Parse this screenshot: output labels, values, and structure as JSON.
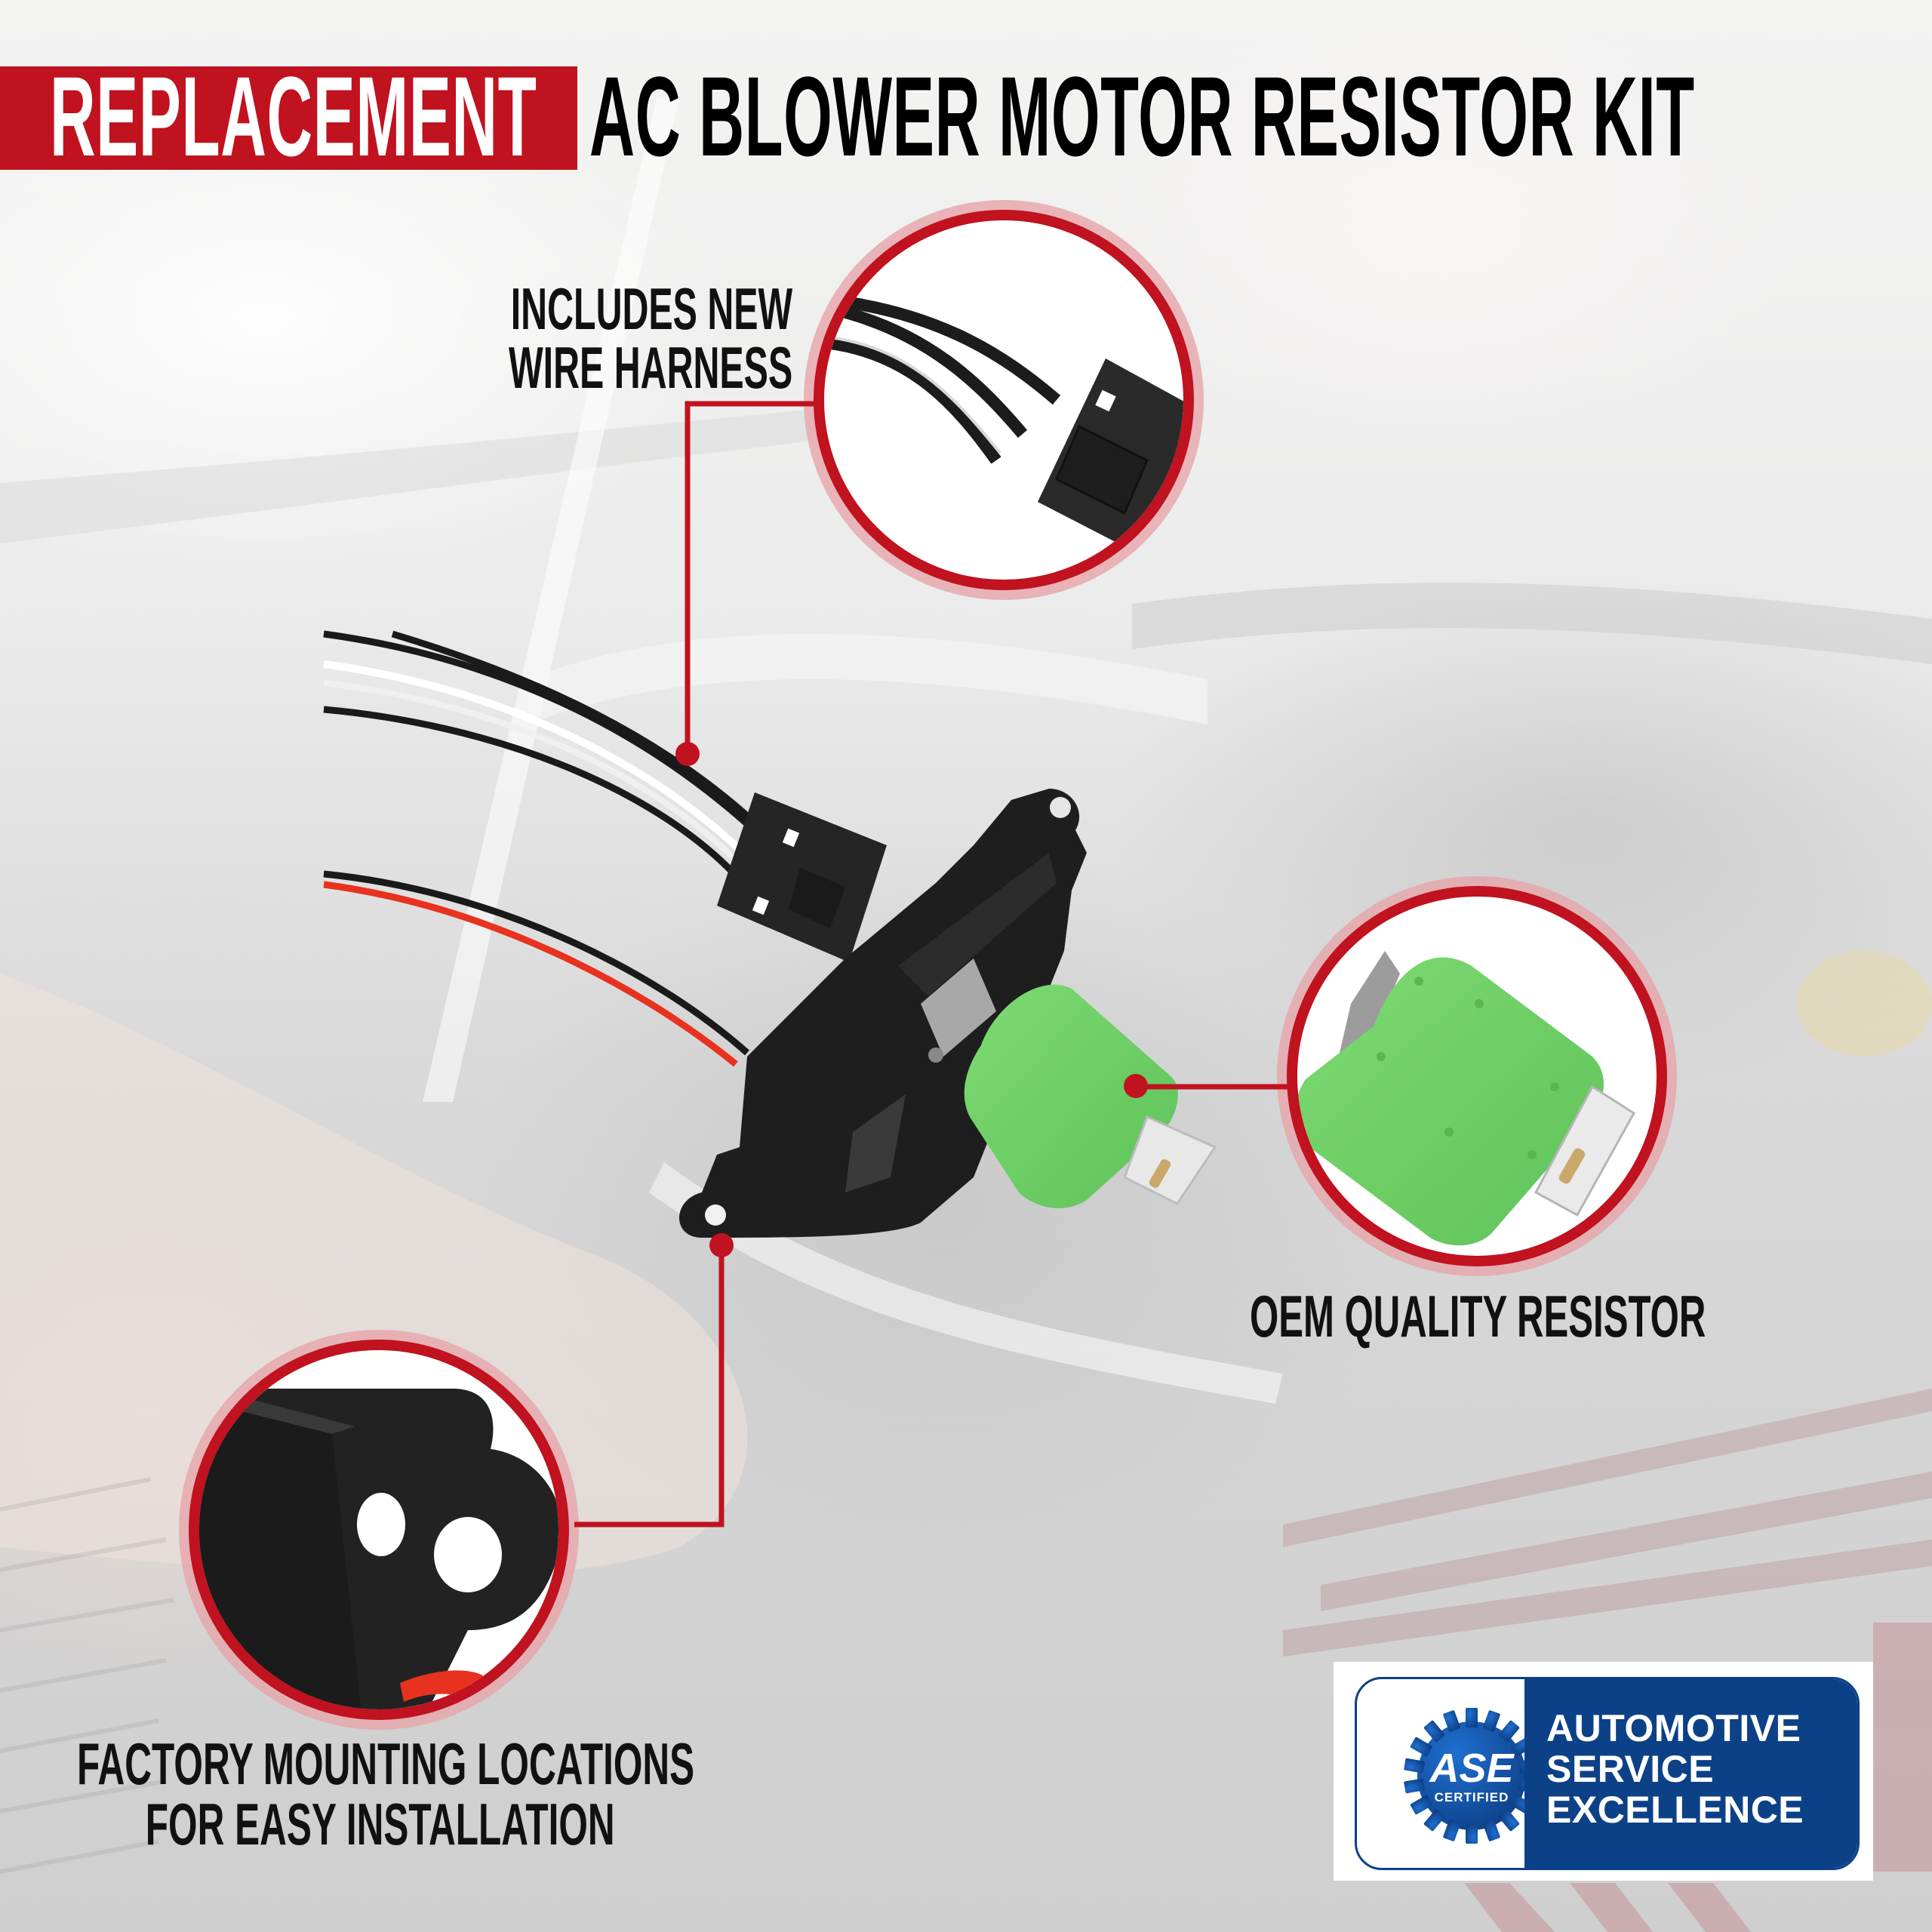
{
  "title": {
    "highlight": "REPLACEMENT",
    "rest": "AC BLOWER MOTOR RESISTOR KIT"
  },
  "callouts": {
    "harness": {
      "line1": "INCLUDES NEW",
      "line2": "WIRE HARNESS"
    },
    "resistor": {
      "label": "OEM QUALITY RESISTOR"
    },
    "mounting": {
      "line1": "FACTORY MOUNTING LOCATIONS",
      "line2": "FOR EASY INSTALLATION"
    }
  },
  "badge": {
    "logo_text": "ASE",
    "logo_subtext": "CERTIFIED",
    "line1": "AUTOMOTIVE",
    "line2": "SERVICE",
    "line3": "EXCELLENCE"
  },
  "colors": {
    "brand_red": "#c0121f",
    "ase_blue": "#0d4187",
    "resistor_green": "#6fd36a",
    "housing_black": "#1e1e1e"
  },
  "icons": {
    "gear": "ase-gear-icon",
    "callout_dot": "callout-dot-icon"
  }
}
